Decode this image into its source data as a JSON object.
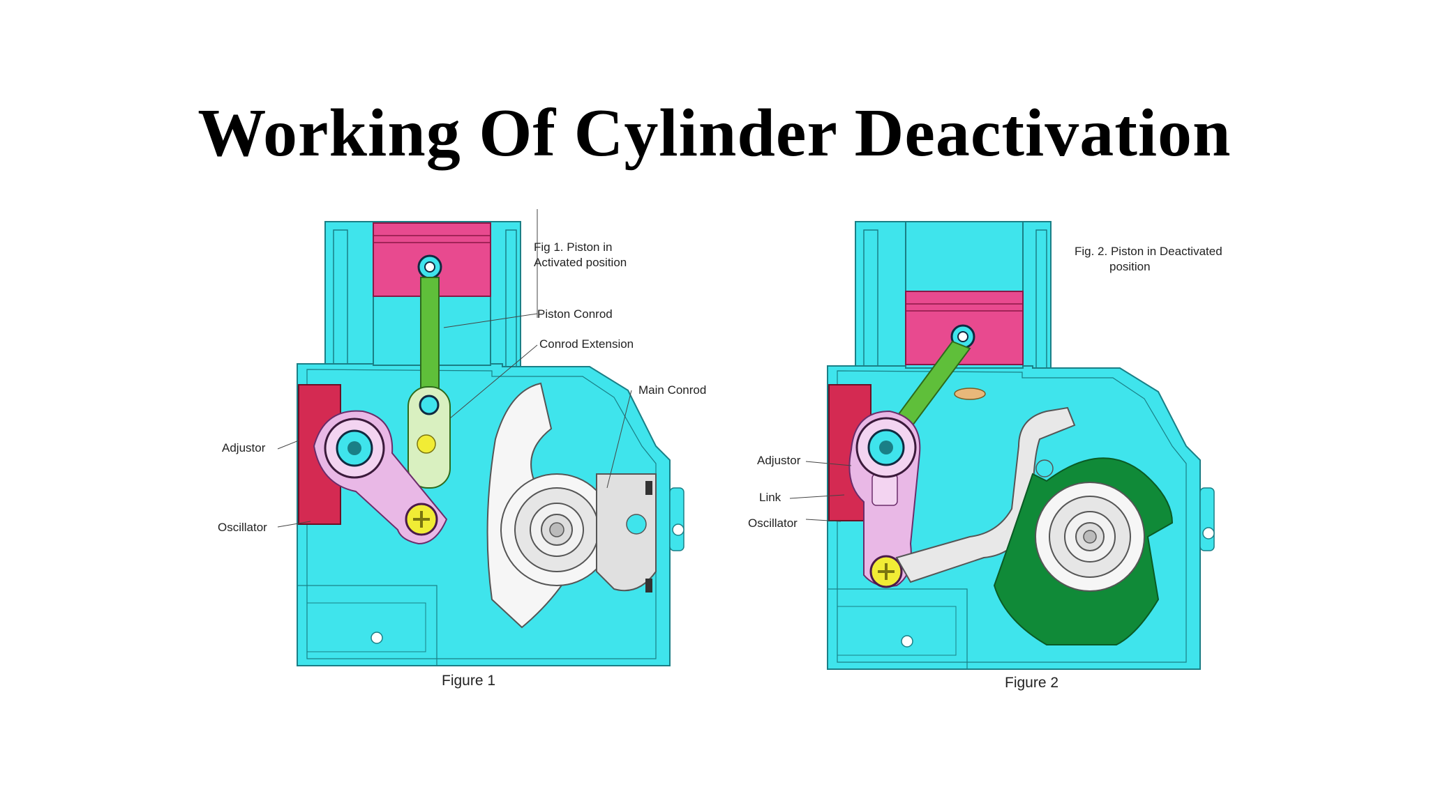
{
  "title": "Working Of Cylinder Deactivation",
  "figure1": {
    "note_line1": "Fig 1. Piston in",
    "note_line2": "Activated position",
    "piston_conrod": "Piston Conrod",
    "conrod_extension": "Conrod Extension",
    "main_conrod": "Main Conrod",
    "adjustor": "Adjustor",
    "oscillator": "Oscillator",
    "caption": "Figure 1"
  },
  "figure2": {
    "note_line1": "Fig. 2. Piston in Deactivated",
    "note_line2": "position",
    "adjustor": "Adjustor",
    "link": "Link",
    "oscillator": "Oscillator",
    "caption": "Figure 2"
  },
  "colors": {
    "block": "#3fe4ec",
    "block_stroke": "#1a7f86",
    "piston": "#e84a8f",
    "adjustor": "#d42a52",
    "conrod": "#5fbf3a",
    "oscillator": "#e9b8e6",
    "eccentric": "#f6f6f6",
    "deact_weight": "#108a38",
    "yellow": "#f1ec35"
  }
}
